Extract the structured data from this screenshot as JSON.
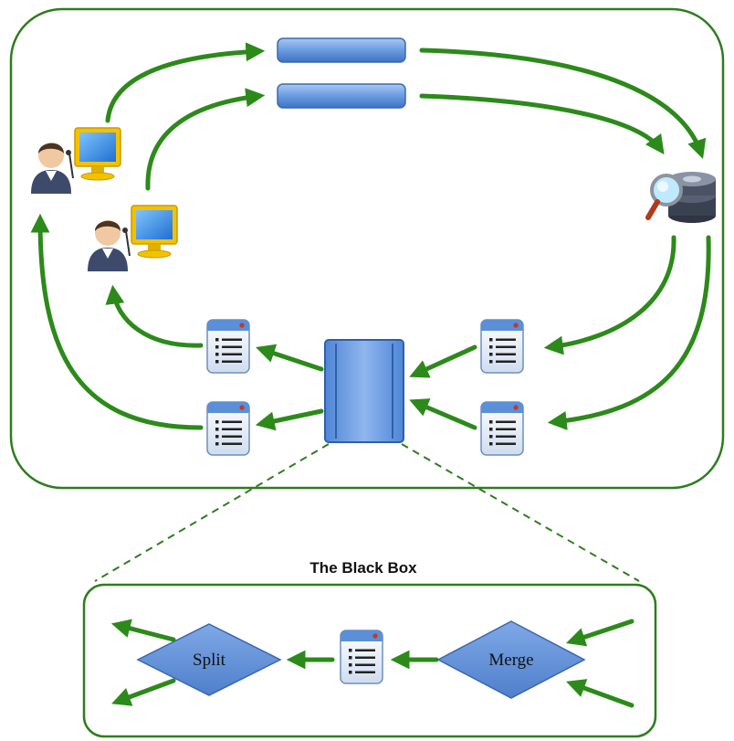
{
  "black_box": {
    "title": "The Black Box",
    "split_label": "Split",
    "merge_label": "Merge"
  },
  "colors": {
    "frame": "#2e7d1e",
    "arrow": "#2c8a1a",
    "queue_bar": "#5b8fd8",
    "diamond": "#5b8fd8",
    "doc": "#8fb8ec"
  },
  "icons": {
    "users": [
      "user-workstation-icon",
      "user-workstation-icon"
    ],
    "queues": [
      "message-queue-icon",
      "message-queue-icon"
    ],
    "database": "database-search-icon",
    "documents": [
      "document-icon",
      "document-icon",
      "document-icon",
      "document-icon",
      "document-icon"
    ],
    "processor": "black-box-processor-icon"
  }
}
